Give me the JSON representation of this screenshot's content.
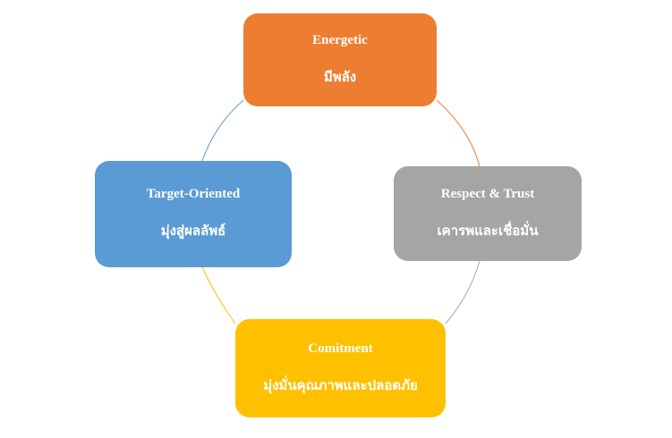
{
  "nodes": [
    {
      "id": "energetic",
      "title": "Energetic",
      "subtitle": "มีพลัง",
      "color": "#ED7D31"
    },
    {
      "id": "respect",
      "title": "Respect & Trust",
      "subtitle": "เคารพและเชื่อมั่น",
      "color": "#A5A5A5"
    },
    {
      "id": "commit",
      "title": "Comitment",
      "subtitle": "มุ่งมั่นคุณภาพและปลอดภัย",
      "color": "#FFC000"
    },
    {
      "id": "target",
      "title": "Target-Oriented",
      "subtitle": "มุ่งสู่ผลลัพธ์",
      "color": "#5B9BD5"
    }
  ],
  "connectors": [
    {
      "from": "energetic",
      "to": "respect",
      "color": "#ED7D31"
    },
    {
      "from": "respect",
      "to": "commit",
      "color": "#A5A5A5"
    },
    {
      "from": "commit",
      "to": "target",
      "color": "#FFC000"
    },
    {
      "from": "target",
      "to": "energetic",
      "color": "#5B9BD5"
    }
  ]
}
